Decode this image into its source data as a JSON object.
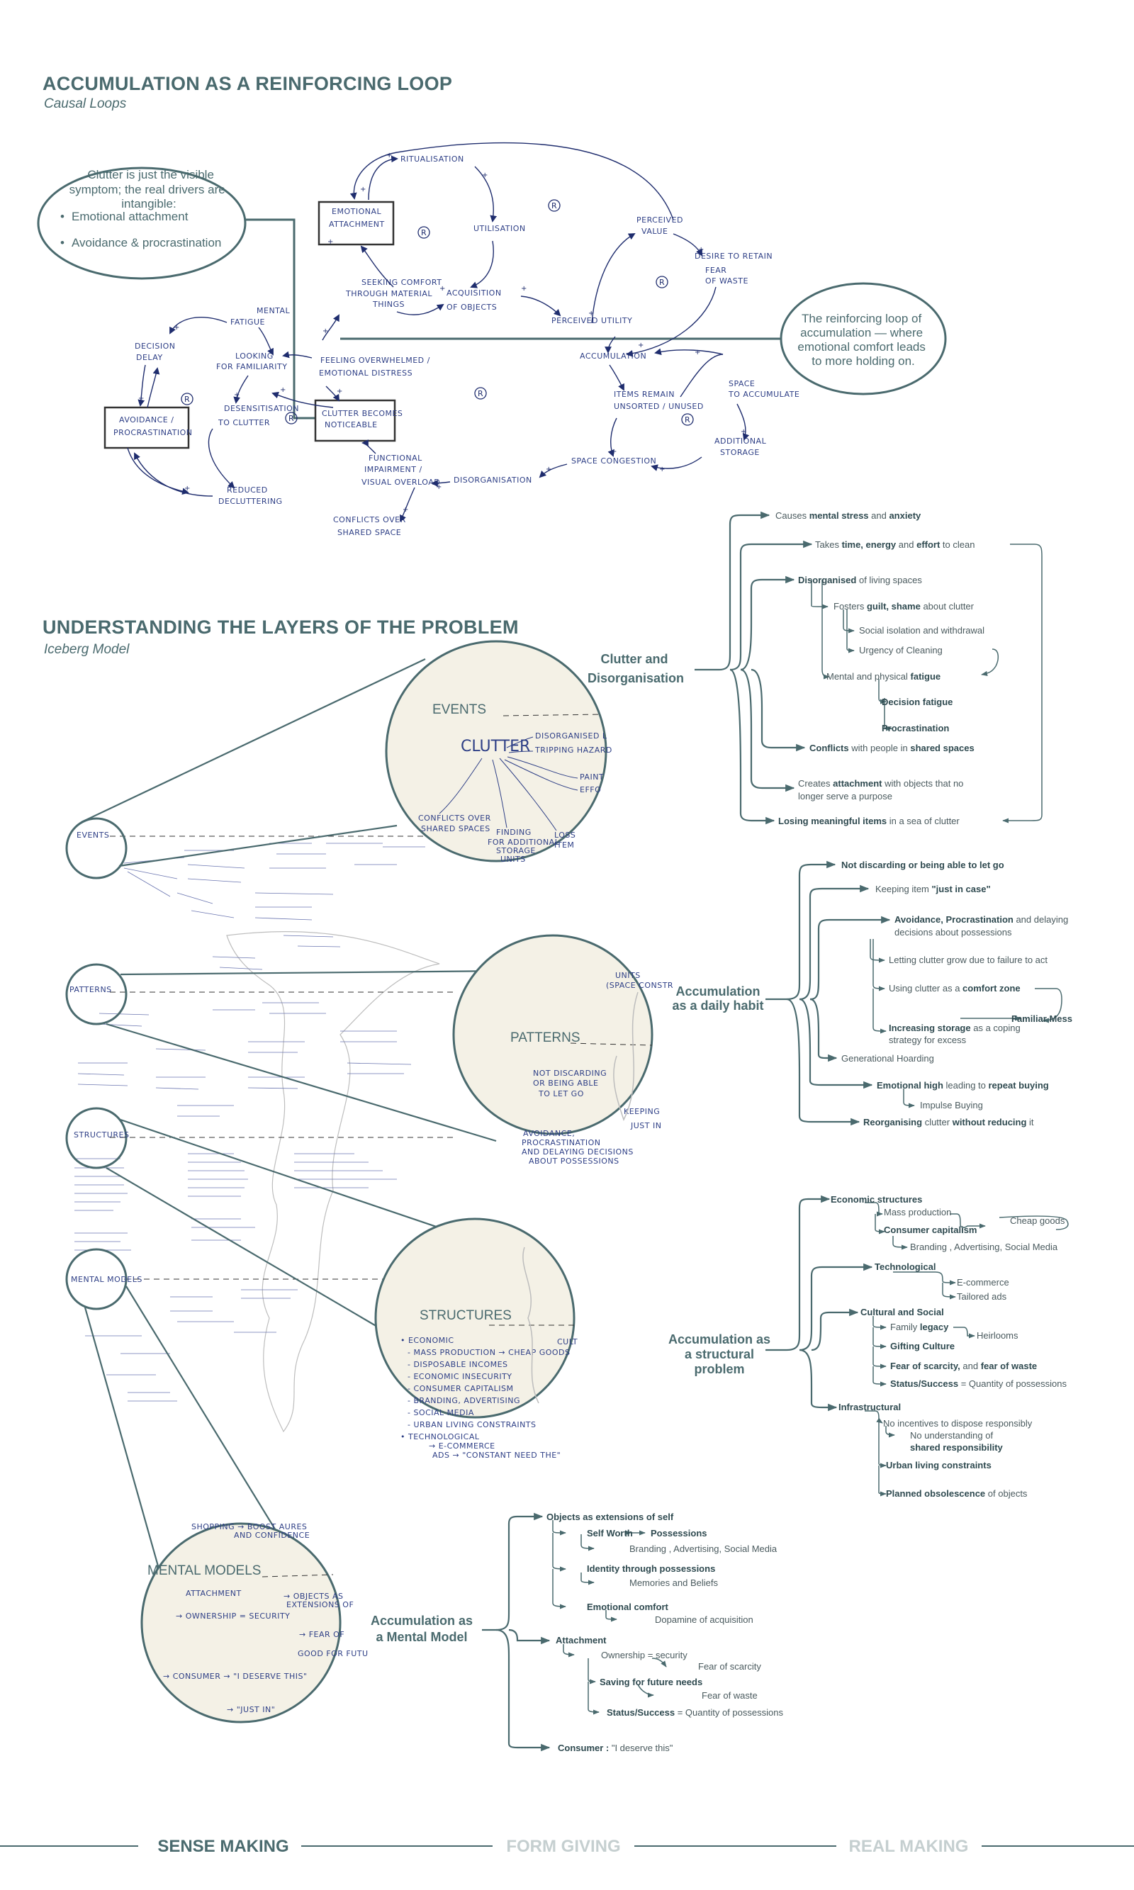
{
  "section1": {
    "title": "ACCUMULATION AS A REINFORCING LOOP",
    "subtitle": "Causal Loops",
    "callout_left": {
      "lines": [
        "Clutter is just the visible",
        "symptom; the real drivers are",
        "intangible:"
      ],
      "bullets": [
        "Emotional attachment",
        "Avoidance & procrastination"
      ]
    },
    "callout_right": {
      "lines": [
        "The reinforcing loop of",
        "accumulation — where",
        "emotional comfort leads",
        "to more holding on."
      ]
    },
    "nodes": {
      "ritualisation": "RITUALISATION",
      "emotional_attachment": [
        "EMOTIONAL",
        "ATTACHMENT"
      ],
      "utilisation": "UTILISATION",
      "perceived_value": [
        "PERCEIVED",
        "VALUE"
      ],
      "desire_to_retain": [
        "DESIRE TO RETAIN",
        "FEAR",
        "OF WASTE"
      ],
      "seeking_comfort": [
        "SEEKING COMFORT",
        "THROUGH MATERIAL",
        "THINGS"
      ],
      "acquisition": [
        "ACQUISITION",
        "OF OBJECTS"
      ],
      "perceived_utility": "PERCEIVED UTILITY",
      "accumulation": "ACCUMULATION",
      "mental_fatigue": [
        "MENTAL",
        "FATIGUE"
      ],
      "decision_delay": [
        "DECISION",
        "DELAY"
      ],
      "looking_familiarity": [
        "LOOKING",
        "FOR FAMILIARITY"
      ],
      "feeling_overwhelmed": [
        "FEELING OVERWHELMED /",
        "EMOTIONAL DISTRESS"
      ],
      "items_remain": [
        "ITEMS REMAIN",
        "UNSORTED / UNUSED"
      ],
      "space_to_accumulate": [
        "SPACE",
        "TO ACCUMULATE"
      ],
      "avoidance": [
        "AVOIDANCE /",
        "PROCRASTINATION"
      ],
      "desensitisation": [
        "DESENSITISATION",
        "TO CLUTTER"
      ],
      "clutter_noticeable": [
        "CLUTTER BECOMES",
        "NOTICEABLE"
      ],
      "additional_storage": [
        "ADDITIONAL",
        "STORAGE"
      ],
      "space_congestion": "SPACE CONGESTION",
      "functional_impairment": [
        "FUNCTIONAL",
        "IMPAIRMENT /",
        "VISUAL OVERLOAD"
      ],
      "disorganisation": "DISORGANISATION",
      "reduced_decluttering": [
        "REDUCED",
        "DECLUTTERING"
      ],
      "conflicts": [
        "CONFLICTS OVER",
        "SHARED SPACE"
      ]
    },
    "loop_marker": "R"
  },
  "section2": {
    "title": "UNDERSTANDING THE LAYERS OF THE PROBLEM",
    "subtitle": "Iceberg Model",
    "layers": [
      "EVENTS",
      "PATTERNS",
      "STRUCTURES",
      "MENTAL MODELS"
    ],
    "zoom_events": {
      "label": "EVENTS",
      "center": "CLUTTER",
      "items": [
        "DISORGANISED L",
        "TRIPPING HAZARD",
        "PAINT",
        "EFFO",
        "CONFLICTS OVER",
        "SHARED SPACES",
        "FINDING",
        "FOR ADDITIONAL",
        "STORAGE",
        "UNITS",
        "LOSS",
        "ITEM"
      ]
    },
    "zoom_patterns": {
      "label": "PATTERNS",
      "items": [
        "NOT DISCARDING",
        "OR BEING ABLE",
        "TO LET GO",
        "AVOIDANCE,",
        "PROCRASTINATION",
        "AND DELAYING DECISIONS",
        "ABOUT POSSESSIONS",
        "KEEPING",
        "JUST IN",
        "UNITS",
        "(SPACE CONSTR"
      ]
    },
    "zoom_structures": {
      "label": "STRUCTURES",
      "items": [
        "• ECONOMIC",
        "- MASS PRODUCTION → CHEAP GOODS",
        "- DISPOSABLE INCOMES",
        "- ECONOMIC INSECURITY",
        "- CONSUMER CAPITALISM",
        "- BRANDING, ADVERTISING",
        "- SOCIAL MEDIA",
        "- URBAN LIVING CONSTRAINTS",
        "• TECHNOLOGICAL",
        "→ E-COMMERCE",
        "ADS → \"CONSTANT NEED THE\"",
        "CULT"
      ]
    },
    "zoom_mental": {
      "label": "MENTAL MODELS",
      "items": [
        "SHOPPING → BOOST AURES",
        "AND CONFIDENCE",
        "ATTACHMENT",
        "→ OBJECTS AS",
        "EXTENSIONS OF",
        "→ OWNERSHIP = SECURITY",
        "→ FEAR OF",
        "GOOD FOR FUTU",
        "→ CONSUMER → \"I DESERVE THIS\"",
        "→ \"JUST IN\""
      ]
    }
  },
  "mindmaps": {
    "m1": {
      "category": [
        "Clutter and",
        "Disorganisation"
      ],
      "items": [
        [
          {
            "t": "Causes "
          },
          {
            "t": "mental stress",
            "b": true
          },
          {
            "t": " and "
          },
          {
            "t": "anxiety",
            "b": true
          }
        ],
        [
          {
            "t": "Takes "
          },
          {
            "t": "time, energy",
            "b": true
          },
          {
            "t": " and "
          },
          {
            "t": "effort",
            "b": true
          },
          {
            "t": " to clean"
          }
        ],
        [
          {
            "t": "Disorganised",
            "b": true
          },
          {
            "t": " of living spaces"
          }
        ],
        [
          {
            "t": "Fosters "
          },
          {
            "t": "guilt, shame",
            "b": true
          },
          {
            "t": " about clutter"
          }
        ],
        [
          {
            "t": "Social isolation and withdrawal"
          }
        ],
        [
          {
            "t": "Urgency of Cleaning"
          }
        ],
        [
          {
            "t": "Mental and physical "
          },
          {
            "t": "fatigue",
            "b": true
          }
        ],
        [
          {
            "t": "Decision fatigue",
            "b": true
          }
        ],
        [
          {
            "t": "Procrastination",
            "b": true
          }
        ],
        [
          {
            "t": "Conflicts",
            "b": true
          },
          {
            "t": " with people in "
          },
          {
            "t": "shared spaces",
            "b": true
          }
        ],
        [
          {
            "t": "Creates "
          },
          {
            "t": "attachment",
            "b": true
          },
          {
            "t": " with objects that no"
          }
        ],
        [
          {
            "t": "longer serve a purpose"
          }
        ],
        [
          {
            "t": "Losing meaningful items",
            "b": true
          },
          {
            "t": " in a sea of clutter"
          }
        ]
      ]
    },
    "m2": {
      "category": [
        "Accumulation",
        "as a daily habit"
      ],
      "items": [
        [
          {
            "t": "Not discarding",
            "b": true
          },
          {
            "t": " or being able to let go"
          }
        ],
        [
          {
            "t": "Keeping item "
          },
          {
            "t": "\"just in case\"",
            "b": true
          }
        ],
        [
          {
            "t": "Avoidance, Procrastination",
            "b": true
          },
          {
            "t": " and delaying"
          }
        ],
        [
          {
            "t": "decisions about possessions"
          }
        ],
        [
          {
            "t": "Letting clutter grow due to failure to act"
          }
        ],
        [
          {
            "t": "Using clutter as a "
          },
          {
            "t": "comfort zone",
            "b": true
          }
        ],
        [
          {
            "t": "Familiar Mess",
            "b": true
          }
        ],
        [
          {
            "t": "Increasing storage",
            "b": true
          },
          {
            "t": " as a coping"
          }
        ],
        [
          {
            "t": "strategy for excess"
          }
        ],
        [
          {
            "t": "Generational Hoarding"
          }
        ],
        [
          {
            "t": "Emotional high",
            "b": true
          },
          {
            "t": " leading to "
          },
          {
            "t": "repeat buying",
            "b": true
          }
        ],
        [
          {
            "t": "Impulse Buying"
          }
        ],
        [
          {
            "t": "Reorganising",
            "b": true
          },
          {
            "t": " clutter "
          },
          {
            "t": "without reducing",
            "b": true
          },
          {
            "t": " it"
          }
        ]
      ]
    },
    "m3": {
      "category": [
        "Accumulation as",
        "a structural",
        "problem"
      ],
      "items": [
        [
          {
            "t": "Economic structures",
            "b": true
          }
        ],
        [
          {
            "t": "Mass production"
          }
        ],
        [
          {
            "t": "Cheap goods"
          }
        ],
        [
          {
            "t": "Consumer capitalism",
            "b": true
          }
        ],
        [
          {
            "t": "Branding , Advertising, Social Media"
          }
        ],
        [
          {
            "t": "Technological",
            "b": true
          }
        ],
        [
          {
            "t": "E-commerce"
          }
        ],
        [
          {
            "t": "Tailored ads"
          }
        ],
        [
          {
            "t": "Cultural and Social",
            "b": true
          }
        ],
        [
          {
            "t": "Family "
          },
          {
            "t": "legacy",
            "b": true
          }
        ],
        [
          {
            "t": "Heirlooms"
          }
        ],
        [
          {
            "t": "Gifting Culture",
            "b": true
          }
        ],
        [
          {
            "t": "Fear of scarcity,",
            "b": true
          },
          {
            "t": " and "
          },
          {
            "t": "fear of waste",
            "b": true
          }
        ],
        [
          {
            "t": "Status/Success",
            "b": true
          },
          {
            "t": " = Quantity of possessions"
          }
        ],
        [
          {
            "t": "Infrastructural",
            "b": true
          }
        ],
        [
          {
            "t": "No incentives to dispose responsibly"
          }
        ],
        [
          {
            "t": "No understanding of"
          }
        ],
        [
          {
            "t": "shared responsibility",
            "b": true
          }
        ],
        [
          {
            "t": "Urban living constraints",
            "b": true
          }
        ],
        [
          {
            "t": "Planned obsolescence",
            "b": true
          },
          {
            "t": " of objects"
          }
        ]
      ]
    },
    "m4": {
      "category": [
        "Accumulation as",
        "a Mental Model"
      ],
      "items": [
        [
          {
            "t": "Objects as extensions of self",
            "b": true
          }
        ],
        [
          {
            "t": "Self Worth",
            "b": true
          }
        ],
        [
          {
            "t": "Possessions",
            "b": true
          }
        ],
        [
          {
            "t": "Branding , Advertising, Social Media"
          }
        ],
        [
          {
            "t": "Identity through possessions",
            "b": true
          }
        ],
        [
          {
            "t": "Memories and Beliefs"
          }
        ],
        [
          {
            "t": "Emotional comfort",
            "b": true
          }
        ],
        [
          {
            "t": "Dopamine of acquisition"
          }
        ],
        [
          {
            "t": "Attachment",
            "b": true
          }
        ],
        [
          {
            "t": "Ownership = security"
          }
        ],
        [
          {
            "t": "Fear of scarcity"
          }
        ],
        [
          {
            "t": "Saving for future needs",
            "b": true
          }
        ],
        [
          {
            "t": "Fear of waste"
          }
        ],
        [
          {
            "t": "Status/Success",
            "b": true
          },
          {
            "t": " = Quantity of possessions"
          }
        ],
        [
          {
            "t": "Consumer :",
            "b": true
          },
          {
            "t": " \"I deserve this\""
          }
        ]
      ]
    }
  },
  "footer": {
    "steps": [
      "SENSE MAKING",
      "FORM GIVING",
      "REAL MAKING"
    ],
    "colors": {
      "active": "#4a6a6e",
      "inactive": "#c5cfd0",
      "line": "#4a6a6e"
    }
  },
  "colors": {
    "teal": "#4a6a6e",
    "ink": "#2e3f86",
    "paper": "#f4f1e6"
  }
}
